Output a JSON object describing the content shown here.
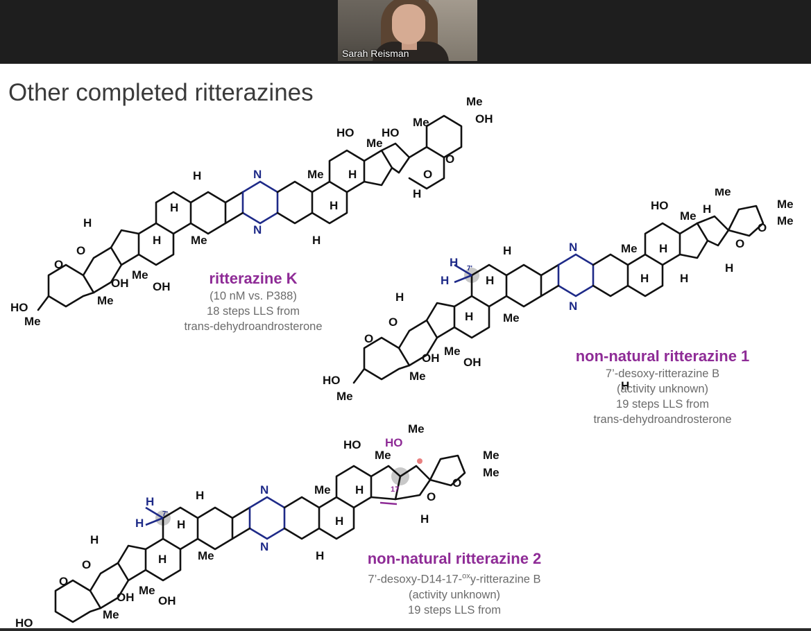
{
  "meeting": {
    "participant_name": "Sarah Reisman"
  },
  "slide": {
    "title": "Other completed ritterazines",
    "compounds": [
      {
        "name": "ritterazine K",
        "lines": [
          "(10 nM vs. P388)",
          "18 steps LLS from",
          "trans-dehydroandrosterone"
        ]
      },
      {
        "name": "non-natural ritterazine 1",
        "lines": [
          "7’-desoxy-ritterazine B",
          "(activity unknown)",
          "19 steps LLS from",
          "trans-dehydroandrosterone"
        ]
      },
      {
        "name": "non-natural ritterazine 2",
        "line1_a": "7’-desoxy-D14-17-",
        "line1_sup": "ox",
        "line1_b": "y-ritterazine B",
        "lines": [
          "(activity unknown)",
          "19 steps LLS from"
        ]
      }
    ]
  },
  "structure_labels": {
    "H": "H",
    "N": "N",
    "O": "O",
    "HO": "HO",
    "OH": "OH",
    "Me": "Me",
    "seven": "7'",
    "seventeen": "17"
  }
}
